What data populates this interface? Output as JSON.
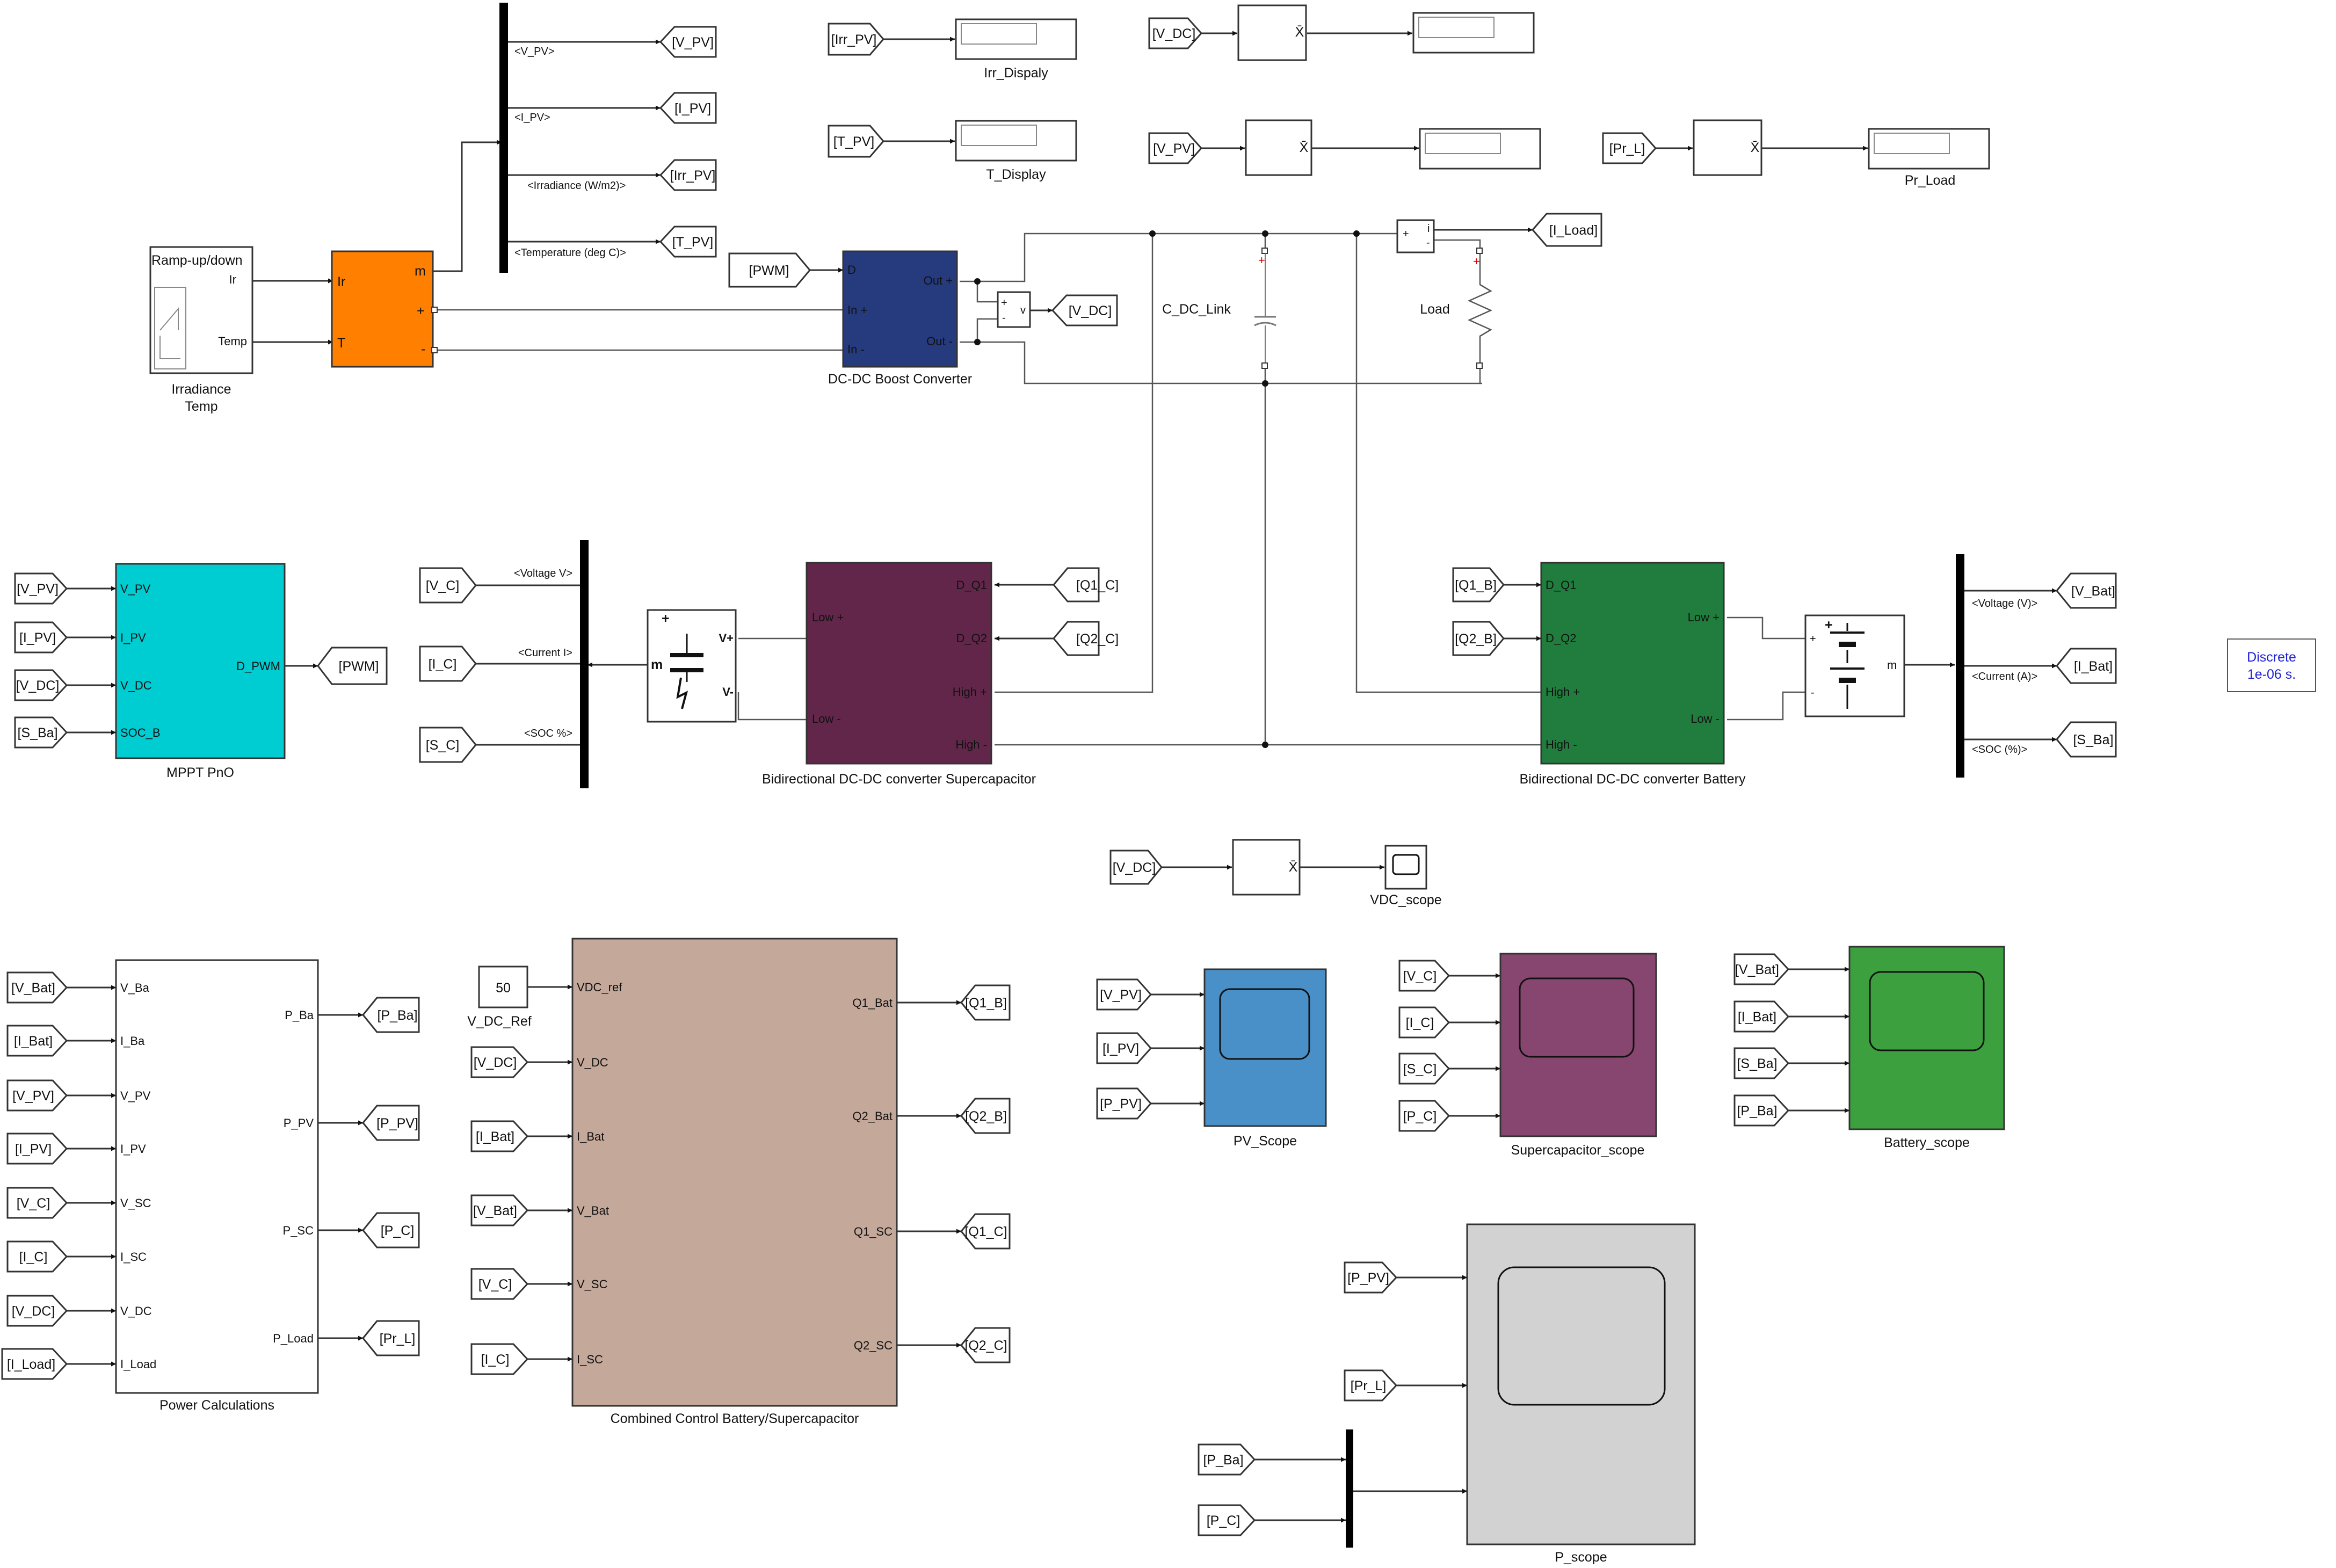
{
  "solver": {
    "line1": "Discrete",
    "line2": "1e-06 s."
  },
  "pv_source": {
    "title": "Ramp-up/down",
    "out_ir": "Ir",
    "out_temp": "Temp",
    "label_line1": "Irradiance",
    "label_line2": "Temp"
  },
  "pv_array": {
    "in_ir": "Ir",
    "in_t": "T",
    "out_m": "m",
    "out_plus": "+",
    "out_minus": "-",
    "color": "#ff7f00"
  },
  "pv_bus": {
    "signals": [
      "<V_PV>",
      "<I_PV>",
      "<Irradiance (W/m2)>",
      "<Temperature (deg C)>"
    ]
  },
  "goto": {
    "v_pv": "[V_PV]",
    "i_pv": "[I_PV]",
    "irr_pv": "[Irr_PV]",
    "t_pv": "[T_PV]",
    "v_dc": "[V_DC]",
    "i_load": "[I_Load]",
    "pwm": "[PWM]",
    "v_bat": "[V_Bat]",
    "i_bat": "[I_Bat]",
    "s_ba": "[S_Ba]",
    "v_c": "[V_C]",
    "i_c": "[I_C]",
    "s_c": "[S_C]",
    "p_ba": "[P_Ba]",
    "p_pv": "[P_PV]",
    "p_c": "[P_C]",
    "pr_l": "[Pr_L]",
    "q1_b": "[Q1_B]",
    "q2_b": "[Q2_B]",
    "q1_c": "[Q1_C]",
    "q2_c": "[Q2_C]"
  },
  "displays": {
    "irr": "Irr_Dispaly",
    "t": "T_Display",
    "pr_load": "Pr_Load"
  },
  "boost": {
    "label": "DC-DC Boost Converter",
    "in_d": "D",
    "in_plus": "In +",
    "in_minus": "In -",
    "out_plus": "Out +",
    "out_minus": "Out -",
    "color": "#263a7e"
  },
  "vmeas": {
    "plus": "+",
    "minus": "-",
    "v": "v"
  },
  "imeas": {
    "plus": "+",
    "minus": "-",
    "i": "i"
  },
  "link": {
    "cap_label": "C_DC_Link",
    "load_label": "Load"
  },
  "mppt": {
    "label": "MPPT PnO",
    "inputs": [
      "V_PV",
      "I_PV",
      "V_DC",
      "SOC_B"
    ],
    "output": "D_PWM",
    "color": "#00cdd2"
  },
  "supercap": {
    "bus_signals": [
      "<Voltage V>",
      "<Current I>",
      "<SOC %>"
    ],
    "plus": "+",
    "m": "m",
    "vplus": "V+",
    "vminus": "V-"
  },
  "conv_sc": {
    "label": "Bidirectional DC-DC converter Supercapacitor",
    "low_plus": "Low +",
    "low_minus": "Low -",
    "dq1": "D_Q1",
    "dq2": "D_Q2",
    "high_plus": "High +",
    "high_minus": "High -",
    "color": "#62264a"
  },
  "conv_bat": {
    "label": "Bidirectional DC-DC converter Battery",
    "dq1": "D_Q1",
    "dq2": "D_Q2",
    "high_plus": "High +",
    "high_minus": "High -",
    "low_plus": "Low +",
    "low_minus": "Low -",
    "color": "#217d3e"
  },
  "battery": {
    "plus": "+",
    "minus": "-",
    "m": "m",
    "bus_signals": [
      "<Voltage (V)>",
      "<Current (A)>",
      "<SOC (%)>"
    ]
  },
  "vdc_scope": {
    "label": "VDC_scope"
  },
  "power_calc": {
    "label": "Power Calculations",
    "inputs": [
      "V_Ba",
      "I_Ba",
      "V_PV",
      "I_PV",
      "V_SC",
      "I_SC",
      "V_DC",
      "I_Load"
    ],
    "outputs": [
      "P_Ba",
      "P_PV",
      "P_SC",
      "P_Load"
    ]
  },
  "vdc_ref": {
    "value": "50",
    "label": "V_DC_Ref"
  },
  "control": {
    "label": "Combined Control Battery/Supercapacitor",
    "inputs": [
      "VDC_ref",
      "V_DC",
      "I_Bat",
      "V_Bat",
      "V_SC",
      "I_SC"
    ],
    "outputs": [
      "Q1_Bat",
      "Q2_Bat",
      "Q1_SC",
      "Q2_SC"
    ],
    "color": "#c4a89a"
  },
  "scopes": {
    "pv": {
      "label": "PV_Scope",
      "color": "#4a90c8"
    },
    "sc": {
      "label": "Supercapacitor_scope",
      "color": "#86466f"
    },
    "bat": {
      "label": "Battery_scope",
      "color": "#3ca03f"
    },
    "p": {
      "label": "P_scope",
      "color": "#d2d2d2"
    }
  }
}
